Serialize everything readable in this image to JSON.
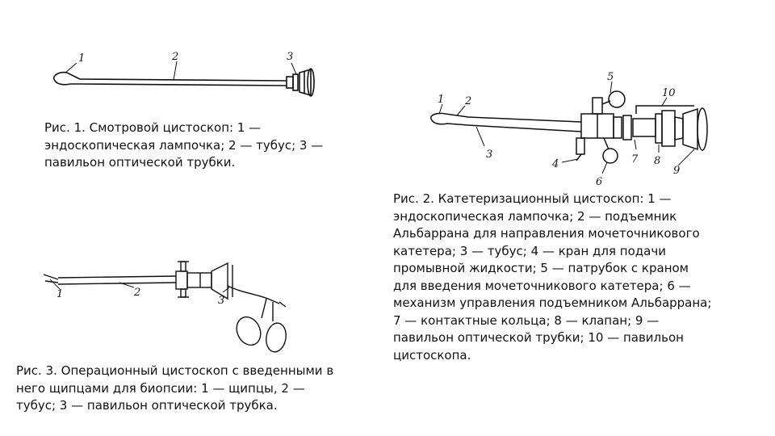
{
  "figure1": {
    "caption": [
      "Рис. 1. Смотровой цистоскоп: 1 —",
      "эндоскопическая лампочка; 2 — тубус; 3 —",
      "павильон оптической трубки."
    ],
    "labels": [
      "1",
      "2",
      "3"
    ]
  },
  "figure2": {
    "caption": [
      "Рис. 2. Катетеризационный цистоскоп: 1 —",
      "эндоскопическая лампочка; 2 — подъемник",
      "Альбаррана для направления мочеточникового",
      "катетера; 3 — тубус; 4 — кран для подачи",
      "промывной жидкости; 5 — патрубок с краном",
      "для введения мочеточникового катетера; 6 —",
      "механизм управления подъемником Альбаррана;",
      "7 — контактные кольца; 8 — клапан; 9 —",
      "павильон оптической трубки; 10 — павильон",
      "цистоскопа."
    ],
    "labels": [
      "1",
      "2",
      "3",
      "4",
      "5",
      "6",
      "7",
      "8",
      "9",
      "10"
    ]
  },
  "figure3": {
    "caption": [
      "Рис. 3. Операционный цистоскоп с введенными в",
      "него щипцами для биопсии: 1 — щипцы, 2 —",
      "тубус; 3 — павильон оптической трубка."
    ],
    "labels": [
      "1",
      "2",
      "3"
    ]
  }
}
